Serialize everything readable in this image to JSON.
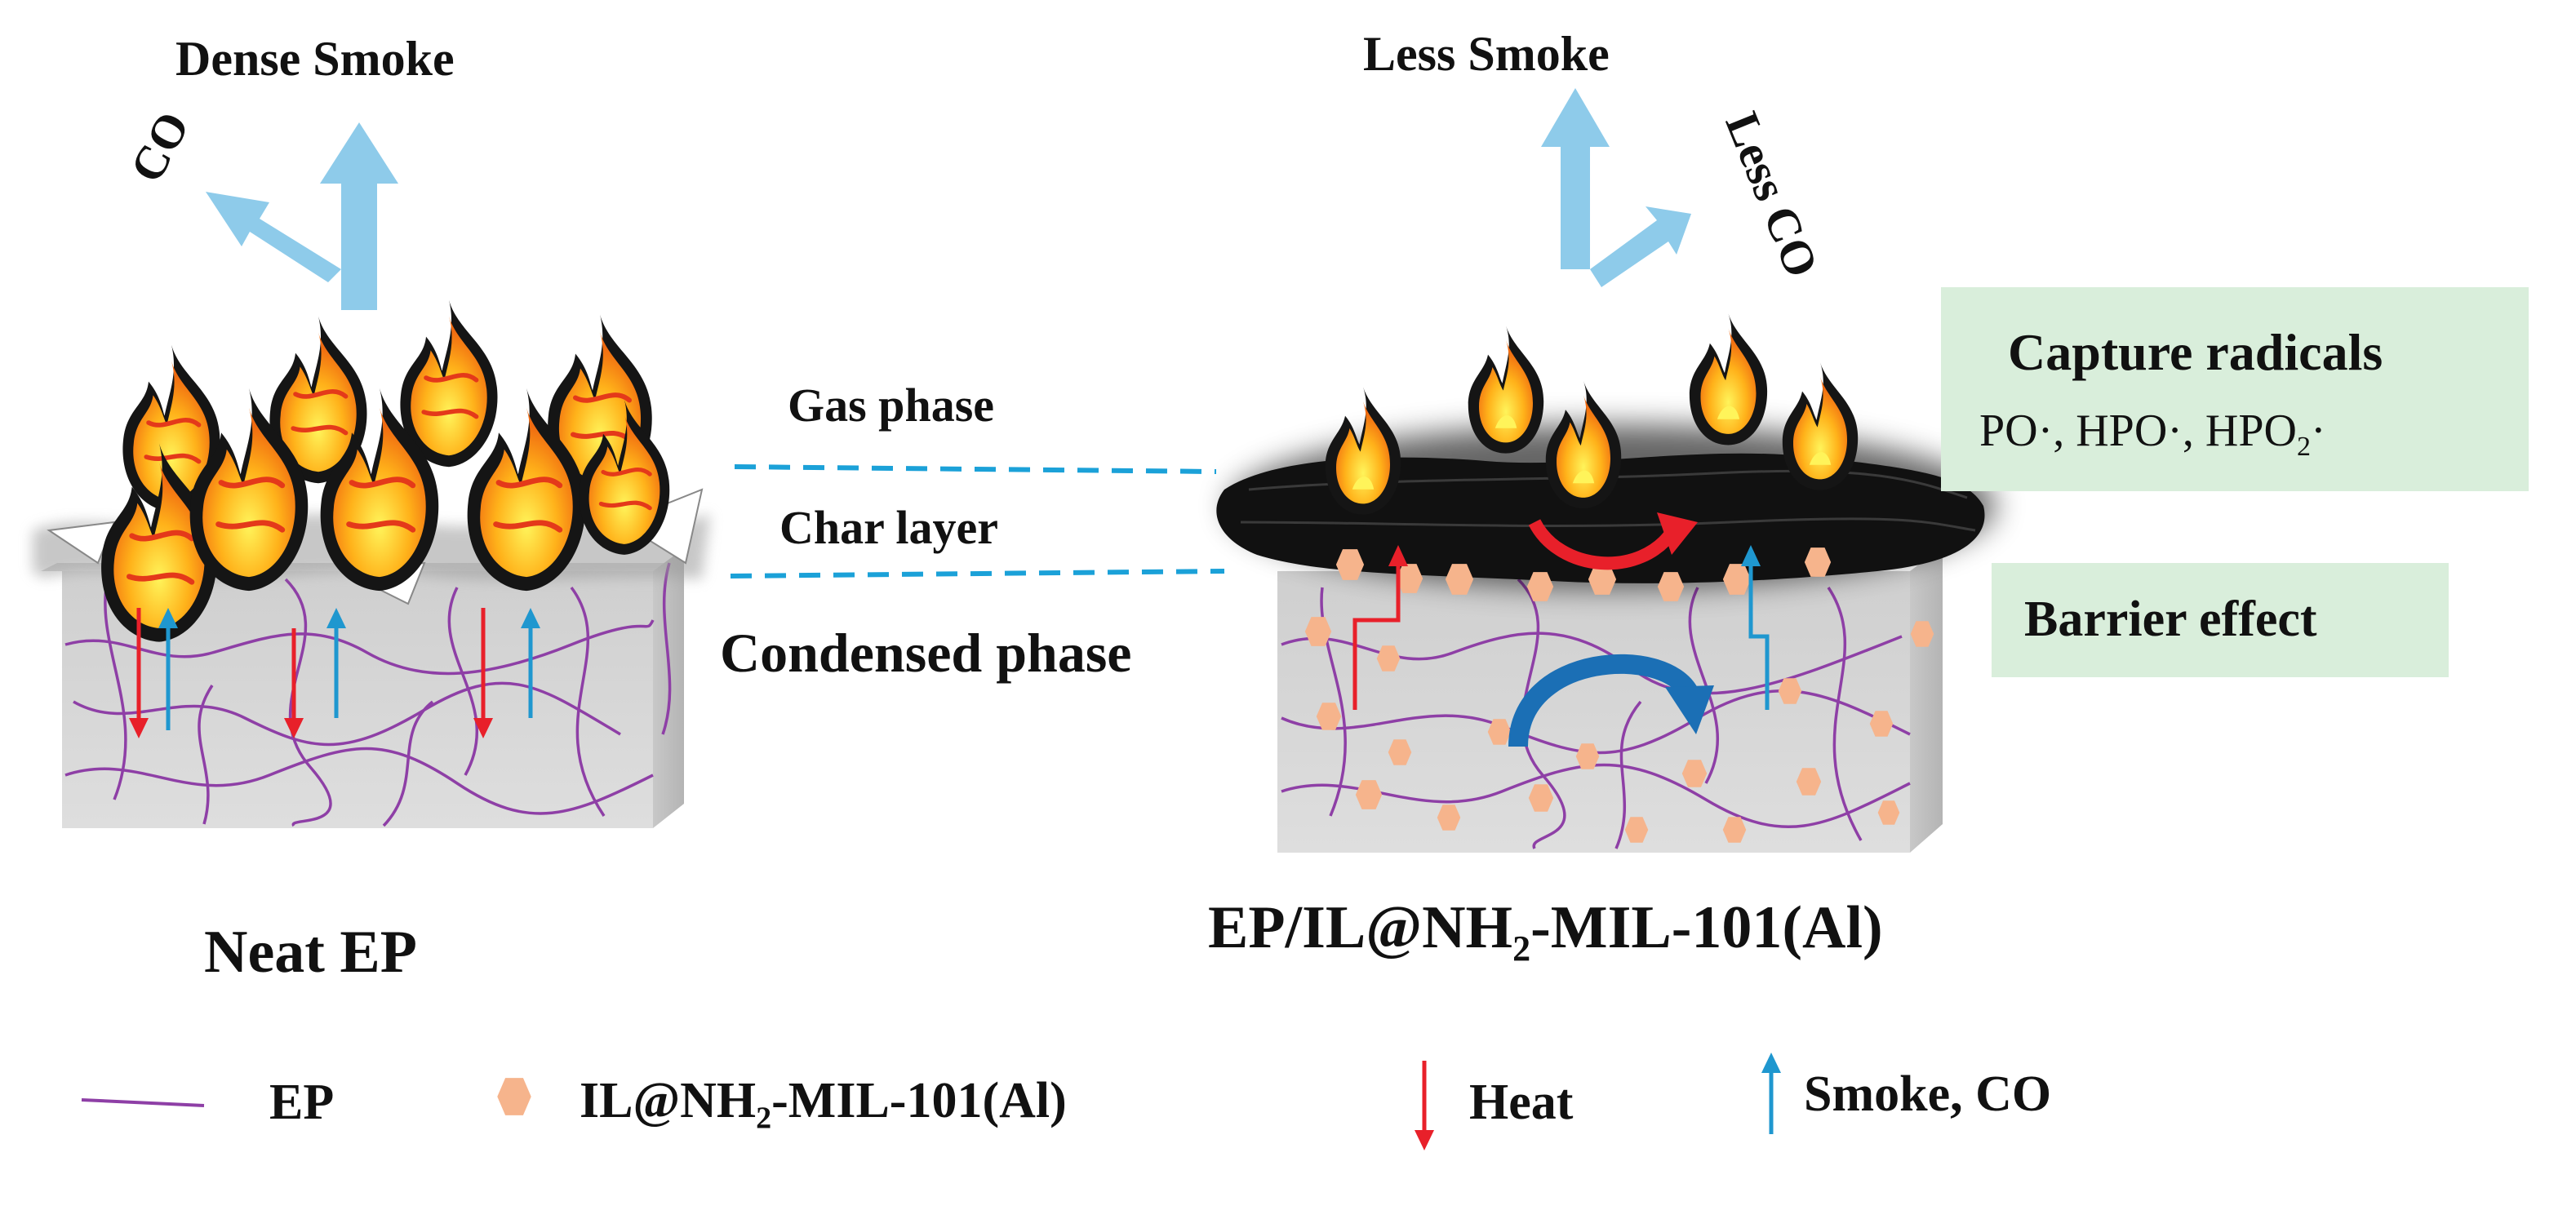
{
  "labels": {
    "dense_smoke": "Dense Smoke",
    "co": "CO",
    "less_smoke": "Less Smoke",
    "less_co": "Less CO",
    "gas_phase": "Gas phase",
    "char_layer": "Char layer",
    "condensed_phase": "Condensed phase",
    "neat_ep": "Neat EP",
    "composite_prefix": "EP/IL@NH",
    "composite_sub": "2",
    "composite_suffix": "-MIL-101(Al)"
  },
  "boxes": {
    "capture_title": "Capture radicals",
    "capture_species_a": "PO·, HPO·, HPO",
    "capture_species_sub": "2",
    "capture_species_b": "·",
    "barrier": "Barrier effect"
  },
  "legend": {
    "ep": "EP",
    "particle_prefix": "IL@NH",
    "particle_sub": "2",
    "particle_suffix": "-MIL-101(Al)",
    "heat": "Heat",
    "smoke_co": "Smoke, CO"
  },
  "colors": {
    "smoke_arrow": "#8ecbea",
    "heat_arrow": "#e8202a",
    "smoke_co_arrow": "#1f97cf",
    "ep_line": "#8e3fa6",
    "particle": "#f6b48c",
    "box": "#d9eedb",
    "dashed": "#1ba1d8",
    "block_top": "#dcdcdc",
    "block_front": "#cfcfcf",
    "char": "#111111"
  }
}
